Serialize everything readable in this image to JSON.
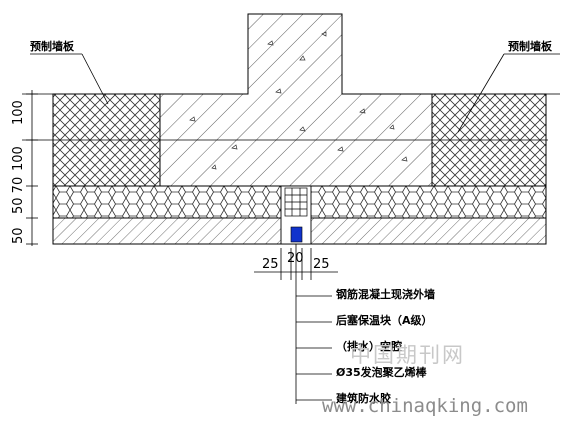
{
  "labels": {
    "precast_left": "预制墙板",
    "precast_right": "预制墙板"
  },
  "dimensions": {
    "vertical": [
      "100",
      "100",
      "50 70",
      "50"
    ],
    "bottom": [
      "25",
      "20",
      "25"
    ]
  },
  "callouts": [
    "钢筋混凝土现浇外墙",
    "后塞保温块（A级）",
    "（排水）空腔",
    "Ø35发泡聚乙烯棒",
    "建筑防水胶"
  ],
  "watermark": {
    "cn": "中国期刊网",
    "url": "www.chinaqking.com"
  },
  "colors": {
    "line": "#000000",
    "hatch": "#333333",
    "sealant": "#1133cc"
  }
}
